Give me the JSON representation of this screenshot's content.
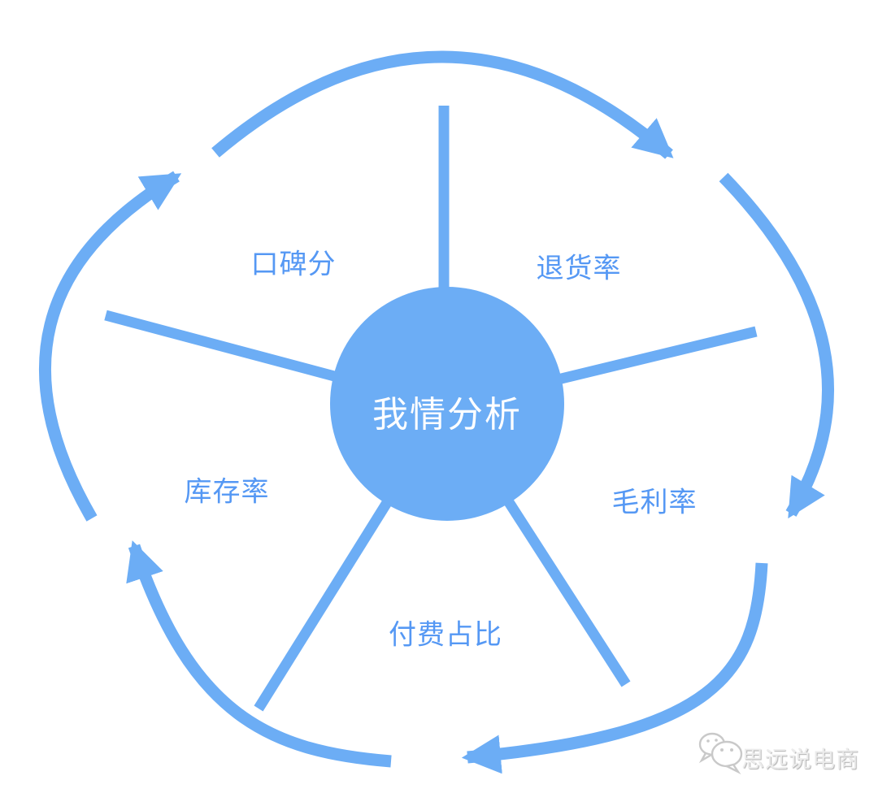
{
  "diagram": {
    "center": {
      "label": "我情分析"
    },
    "nodes": [
      {
        "label": "口碑分"
      },
      {
        "label": "退货率"
      },
      {
        "label": "毛利率"
      },
      {
        "label": "付费占比"
      },
      {
        "label": "库存率"
      }
    ],
    "cycle_arrow_count": 5,
    "colors": {
      "shape_blue": "#6CADF5",
      "label_blue": "#5598F4",
      "center_text": "#FFFFFF"
    }
  },
  "watermark": {
    "icon": "wechat-chat-bubbles-icon",
    "text": "思远说电商",
    "color": "#CCCCCC"
  }
}
